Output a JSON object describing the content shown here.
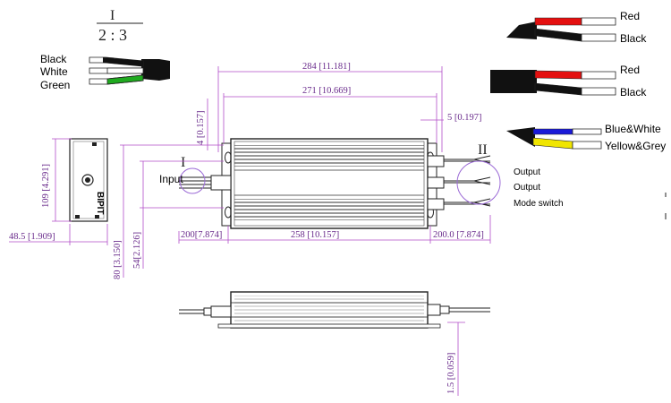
{
  "legend": {
    "ratio_top": "I",
    "ratio_bottom": "2 : 3",
    "cable1": [
      "Black",
      "White",
      "Green"
    ],
    "cable2": [
      "Red",
      "Black"
    ],
    "cable3": [
      "Red",
      "Black"
    ],
    "cable4": [
      "Blue&White",
      "Yellow&Grey"
    ]
  },
  "labels": {
    "input": "Input",
    "detail_I": "I",
    "detail_II": "II",
    "output1": "Output",
    "output2": "Output",
    "mode_switch": "Mode switch",
    "logo": "BIPIT"
  },
  "dimensions": {
    "overall_length": "284 [11.181]",
    "body_length": "271 [10.669]",
    "tab_offset": "5 [0.197]",
    "height_tab": "4 [0.157]",
    "end_height": "109 [4.291]",
    "end_width": "48.5 [1.909]",
    "height_80": "80 [3.150]",
    "height_54": "54[2.126]",
    "input_lead": "200[7.874]",
    "mount_spacing": "258 [10.157]",
    "output_lead": "200.0 [7.874]",
    "thickness": "1.5 [0.059]"
  },
  "colors": {
    "dimension": "#6a2c8c",
    "red": "#e41010",
    "green": "#1faa1f",
    "blue": "#1a1ad8",
    "yellow": "#f0e500"
  }
}
